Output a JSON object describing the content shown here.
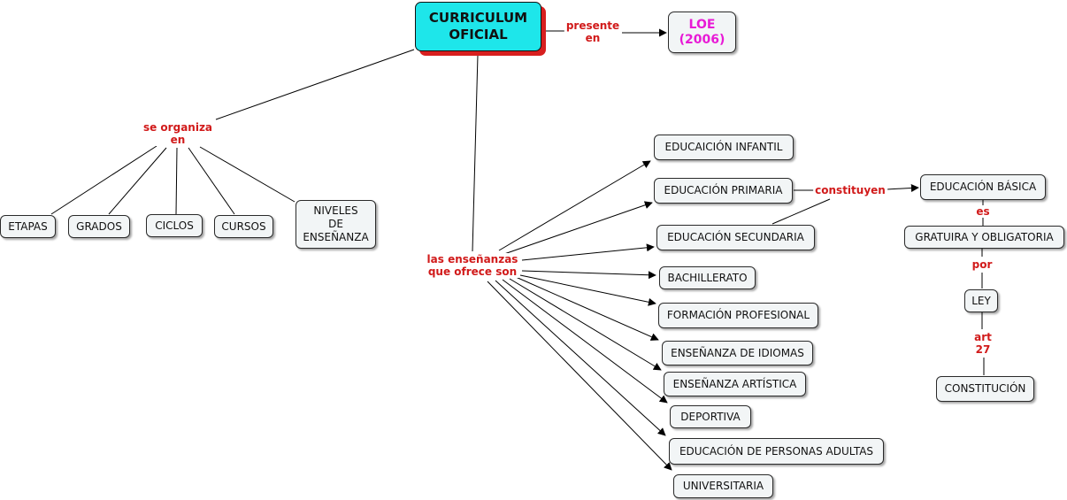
{
  "nodes": {
    "curriculum": "CURRICULUM\nOFICIAL",
    "loe": "LOE\n(2006)",
    "etapas": "ETAPAS",
    "grados": "GRADOS",
    "ciclos": "CICLOS",
    "cursos": "CURSOS",
    "niveles": "NIVELES\nDE\nENSEÑANZA",
    "infantil": "EDUCAICIÓN INFANTIL",
    "primaria": "EDUCACIÓN PRIMARIA",
    "secundaria": "EDUCACIÓN SECUNDARIA",
    "bachillerato": "BACHILLERATO",
    "fp": "FORMACIÓN PROFESIONAL",
    "idiomas": "ENSEÑANZA DE IDIOMAS",
    "artistica": "ENSEÑANZA ARTÍSTICA",
    "deportiva": "DEPORTIVA",
    "adultas": "EDUCACIÓN DE PERSONAS ADULTAS",
    "universitaria": "UNIVERSITARIA",
    "basica": "EDUCACIÓN BÁSICA",
    "gratuita": "GRATUIRA Y OBLIGATORIA",
    "ley": "LEY",
    "constitucion": "CONSTITUCIÓN"
  },
  "links": {
    "presente_en": "presente\nen",
    "se_organiza_en": "se organiza\nen",
    "ensenanzas": "las enseñanzas\nque ofrece son",
    "constituyen": "constituyen",
    "es": "es",
    "por": "por",
    "art27": "art\n27"
  },
  "colors": {
    "main_fill": "#1ee6ea",
    "main_shadow": "#d71f1f",
    "node_fill": "#f2f5f6",
    "link_label": "#d11a1a",
    "loe_text": "#e81ad6"
  }
}
